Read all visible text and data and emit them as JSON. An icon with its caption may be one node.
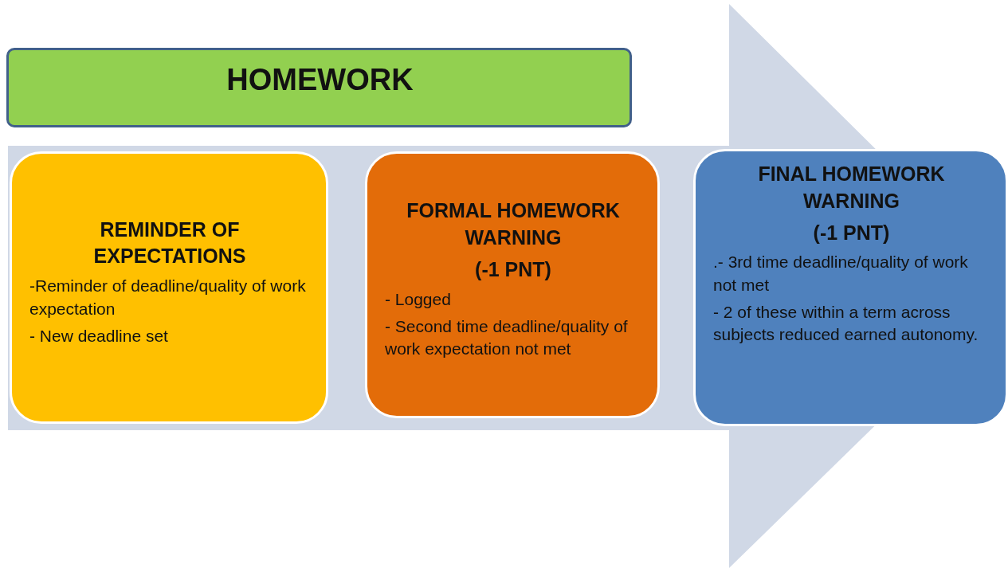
{
  "diagram": {
    "nodes": [
      {
        "text": [
          "HOMEWORK"
        ]
      },
      {
        "text": [
          "REMINDER OF EXPECTATIONS",
          "-Reminder of deadline/quality of work expectation",
          "- New deadline set"
        ]
      },
      {
        "text": [
          "FORMAL HOMEWORK WARNING",
          "(-1 PNT)",
          "- Logged",
          "- Second time deadline/quality of work expectation not met"
        ]
      },
      {
        "text": [
          "FINAL HOMEWORK WARNING",
          "(-1 PNT)",
          ".- 3rd time deadline/quality of work not met",
          "- 2 of these within a term across subjects reduced earned autonomy."
        ]
      }
    ],
    "edges": [
      {
        "from": 1,
        "to": 3,
        "arrow": "to"
      }
    ]
  }
}
